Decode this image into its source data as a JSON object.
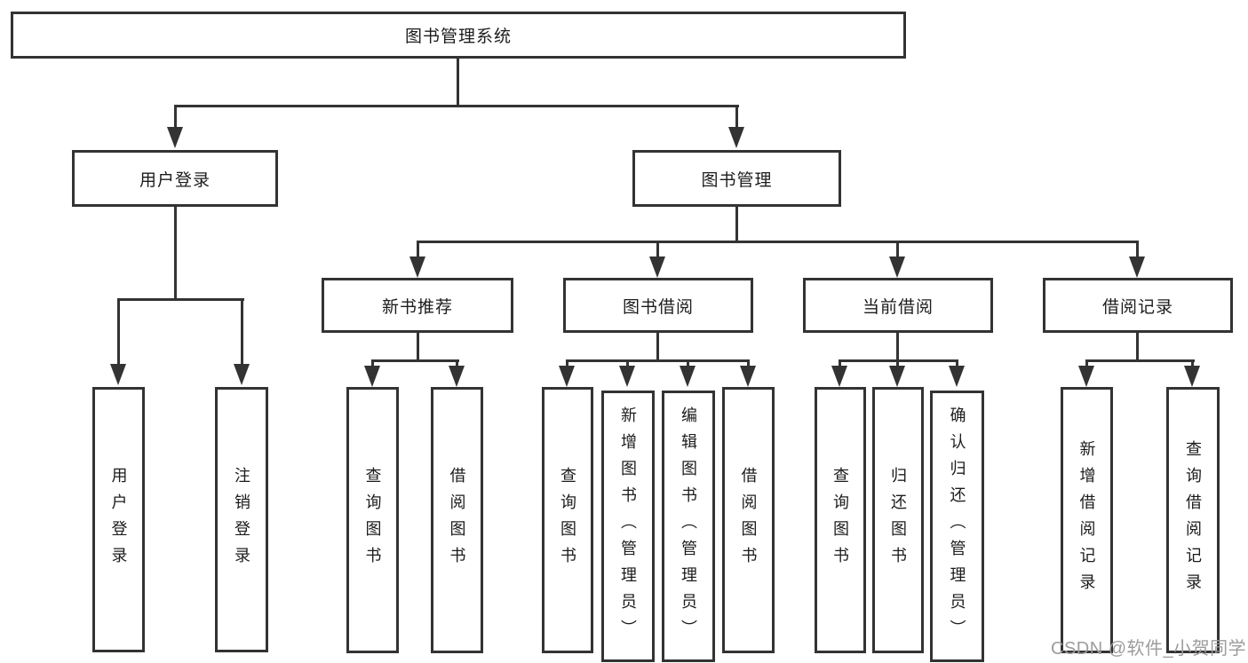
{
  "diagram": {
    "root": {
      "label": "图书管理系统"
    },
    "level2": [
      {
        "label": "用户登录",
        "children": [
          {
            "label": "用户登录"
          },
          {
            "label": "注销登录"
          }
        ]
      },
      {
        "label": "图书管理",
        "children": [
          {
            "label": "新书推荐",
            "children": [
              {
                "label": "查询图书"
              },
              {
                "label": "借阅图书"
              }
            ]
          },
          {
            "label": "图书借阅",
            "children": [
              {
                "label": "查询图书"
              },
              {
                "label": "新增图书（管理员）"
              },
              {
                "label": "编辑图书（管理员）"
              },
              {
                "label": "借阅图书"
              }
            ]
          },
          {
            "label": "当前借阅",
            "children": [
              {
                "label": "查询图书"
              },
              {
                "label": "归还图书"
              },
              {
                "label": "确认归还（管理员）"
              }
            ]
          },
          {
            "label": "借阅记录",
            "children": [
              {
                "label": "新增借阅记录"
              },
              {
                "label": "查询借阅记录"
              }
            ]
          }
        ]
      }
    ]
  },
  "watermark": {
    "text": "CSDN @软件_小贺同学"
  },
  "colors": {
    "line": "#333333",
    "text": "#1c1c1c",
    "watermark": "#9c9c9c",
    "background": "#ffffff"
  }
}
